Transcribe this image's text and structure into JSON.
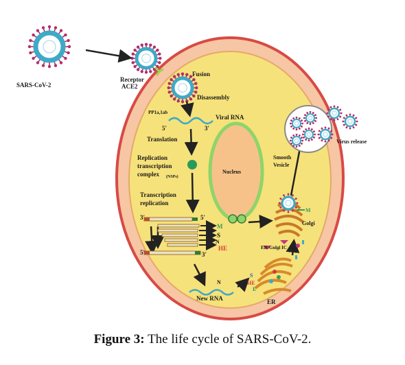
{
  "diagram": {
    "virus_label": "SARS-CoV-2",
    "receptor_label_1": "Receptor",
    "receptor_label_2": "ACE2",
    "fusion_label": "Fusion",
    "disassembly_label": "Disassembly",
    "pp_label": "PP1a,1ab",
    "five_prime": "5'",
    "three_prime": "3'",
    "viral_rna_label": "Viral RNA",
    "translation_label": "Translation",
    "rtc_line1": "Replication",
    "rtc_line2": "transcription",
    "rtc_line3": "complex",
    "rtc_nsps": "(NSPs)",
    "transcription_line1": "Transcription",
    "transcription_line2": "replication",
    "nucleus_label": "Nucleus",
    "protein_m": "M",
    "protein_s": "S",
    "protein_n": "N",
    "protein_he": "HE",
    "protein_e": "E",
    "new_rna_label": "New RNA",
    "er_label": "ER",
    "er_golgi_label": "ER-Golgi IC",
    "golgi_label": "Golgi",
    "smooth_vesicle_line1": "Smooth",
    "smooth_vesicle_line2": "Vesicle",
    "virus_release_label": "Virus release"
  },
  "caption": {
    "figure_label": "Figure 3:",
    "text": "The life cycle of SARS-CoV-2."
  },
  "colors": {
    "cell_outer": "#f6c6a5",
    "cell_border": "#d84a45",
    "cytoplasm": "#f6e27a",
    "nucleus_fill": "#f7c28a",
    "nucleus_border": "#8fd46a",
    "virus_ring": "#3fa9c7",
    "spike": "#b0306a",
    "m_protein": "#3a9b5c",
    "he_protein": "#d23c3c"
  }
}
